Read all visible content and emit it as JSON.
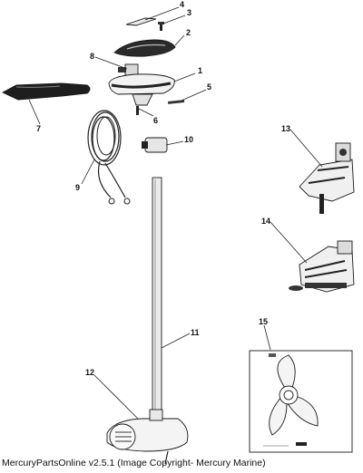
{
  "callouts": [
    "1",
    "2",
    "3",
    "4",
    "5",
    "6",
    "7",
    "8",
    "9",
    "10",
    "11",
    "12",
    "13",
    "14",
    "15"
  ],
  "footer": "MercuryPartsOnline v2.5.1 (Image Copyright- Mercury Marine)"
}
